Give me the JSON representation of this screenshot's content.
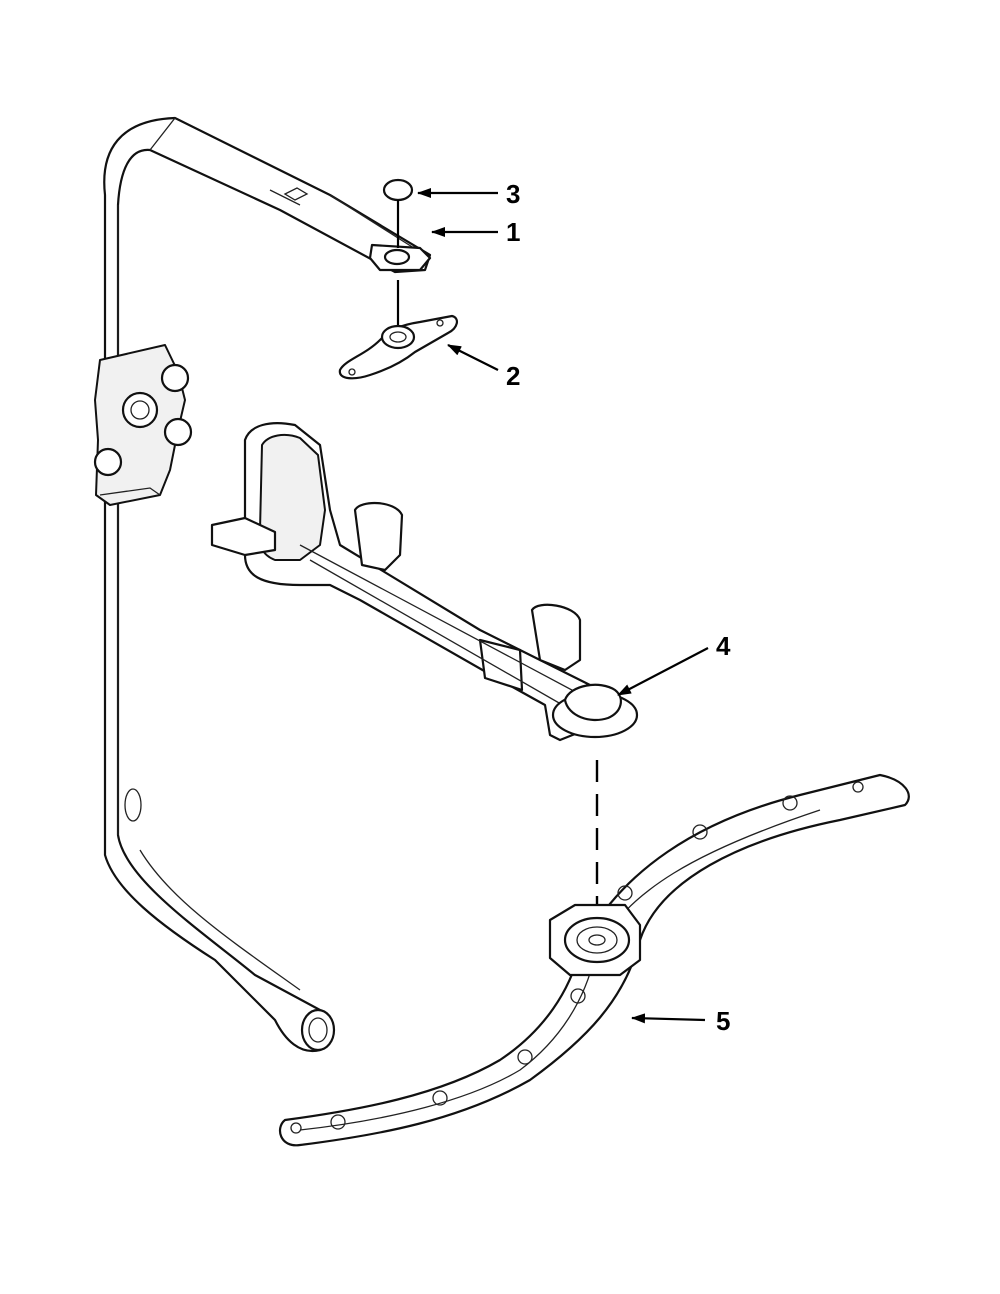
{
  "callouts": [
    {
      "id": "1",
      "label": "1"
    },
    {
      "id": "2",
      "label": "2"
    },
    {
      "id": "3",
      "label": "3"
    },
    {
      "id": "4",
      "label": "4"
    },
    {
      "id": "5",
      "label": "5"
    }
  ],
  "colors": {
    "line": "#111111",
    "background": "#ffffff",
    "fill_shade": "#f1f1f1"
  }
}
